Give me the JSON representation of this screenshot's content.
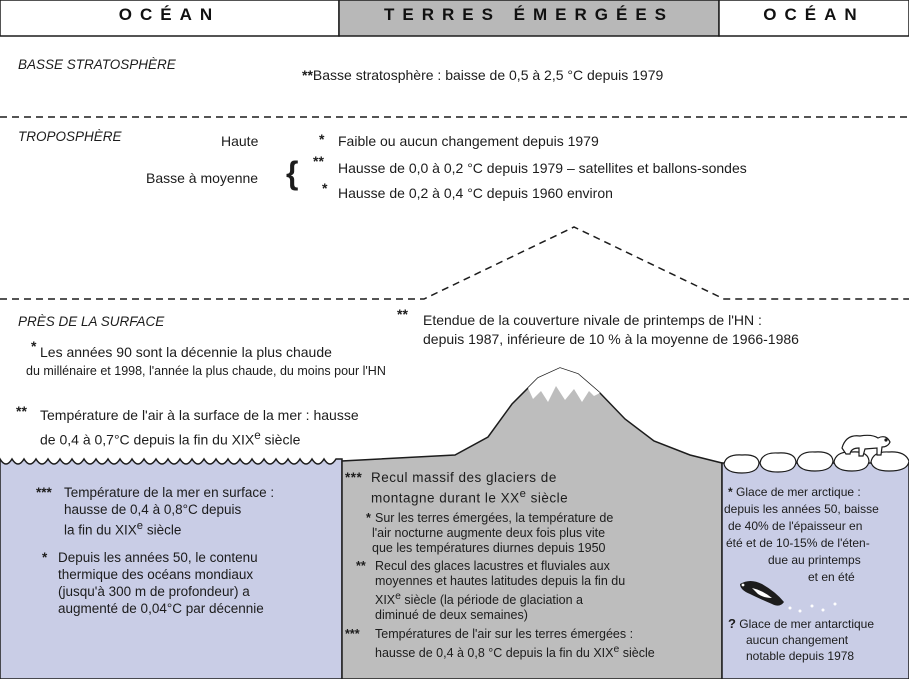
{
  "header": {
    "left_ocean": "OCÉAN",
    "land": "TERRES ÉMERGÉES",
    "right_ocean": "OCÉAN"
  },
  "stratosphere": {
    "label": "BASSE STRATOSPHÈRE",
    "stars": "**",
    "text": "Basse stratosphère : baisse de 0,5 à 2,5 °C depuis 1979"
  },
  "troposphere": {
    "label": "TROPOSPHÈRE",
    "upper_label": "Haute",
    "upper_stars": "*",
    "upper_text": "Faible ou aucun changement depuis 1979",
    "lower_label": "Basse à moyenne",
    "brace": "{",
    "lower1_stars": "**",
    "lower1_text": "Hausse de 0,0 à 0,2 °C depuis 1979 – satellites et ballons-sondes",
    "lower2_stars": "*",
    "lower2_text": "Hausse de 0,2 à 0,4 °C depuis 1960 environ"
  },
  "surface": {
    "label": "PRÈS DE LA SURFACE",
    "snow_stars": "**",
    "snow_line1": "Etendue de la couverture nivale de printemps de l'HN :",
    "snow_line2": "depuis 1987, inférieure de 10 % à la moyenne de 1966-1986",
    "decade_stars": "*",
    "decade_line1": "Les années 90 sont la décennie la plus chaude",
    "decade_line2": "du millénaire et 1998, l'année la plus chaude, du moins pour l'HN",
    "sst_air_stars": "**",
    "sst_air_line1": "Température de l'air à la surface de la mer : hausse",
    "sst_air_line2_pre": "de 0,4 à 0,7°C depuis la fin du XIX",
    "sst_air_line2_sup": "e",
    "sst_air_line2_post": " siècle"
  },
  "ocean_left": {
    "sst_stars": "***",
    "sst_line1": "Température de la mer en surface :",
    "sst_line2": "hausse de 0,4 à 0,8°C depuis",
    "sst_line3_pre": "la fin du XIX",
    "sst_line3_sup": "e",
    "sst_line3_post": " siècle",
    "heat_stars": "*",
    "heat_line1": "Depuis les années 50, le contenu",
    "heat_line2": "thermique des océans mondiaux",
    "heat_line3": "(jusqu'à 300 m de profondeur) a",
    "heat_line4": "augmenté de 0,04°C par décennie"
  },
  "land": {
    "glacier_stars": "***",
    "glacier_line1": "Recul massif des glaciers de",
    "glacier_line2_pre": "montagne durant le XX",
    "glacier_line2_sup": "e",
    "glacier_line2_post": " siècle",
    "night_stars": "*",
    "night_line1": "Sur les terres émergées, la température de",
    "night_line2": "l'air  nocturne augmente deux fois plus vite",
    "night_line3": "que les températures diurnes depuis 1950",
    "lake_stars": "**",
    "lake_line1": "Recul des glaces lacustres et fluviales aux",
    "lake_line2": "moyennes et hautes latitudes depuis la fin du",
    "lake_line3_pre": "XIX",
    "lake_line3_sup": "e",
    "lake_line3_post": " siècle (la période de glaciation a",
    "lake_line4": "diminué de deux semaines)",
    "air_stars": "***",
    "air_line1": "Températures de l'air sur les terres émergées :",
    "air_line2_pre": "hausse de 0,4 à 0,8 °C depuis la fin du XIX",
    "air_line2_sup": "e",
    "air_line2_post": " siècle"
  },
  "ocean_right": {
    "arctic_stars": "*",
    "arctic_line1": "Glace de mer arctique :",
    "arctic_line2": "depuis les années 50, baisse",
    "arctic_line3": "de 40% de l'épaisseur en",
    "arctic_line4": "été et de 10-15% de l'éten-",
    "arctic_line5": "due au printemps",
    "arctic_line6": "et en été",
    "antarctic_mark": "?",
    "antarctic_line1": "Glace de mer antarctique",
    "antarctic_line2": "aucun changement",
    "antarctic_line3": "notable depuis 1978"
  },
  "colors": {
    "ocean": "#c9cde6",
    "land": "#bdbdbd",
    "header_land": "#b8b8b8",
    "snow_cap": "#ffffff"
  },
  "icons": [
    "mountain-icon",
    "polar-bear-icon",
    "penguin-icon",
    "ice-floe-icon"
  ]
}
